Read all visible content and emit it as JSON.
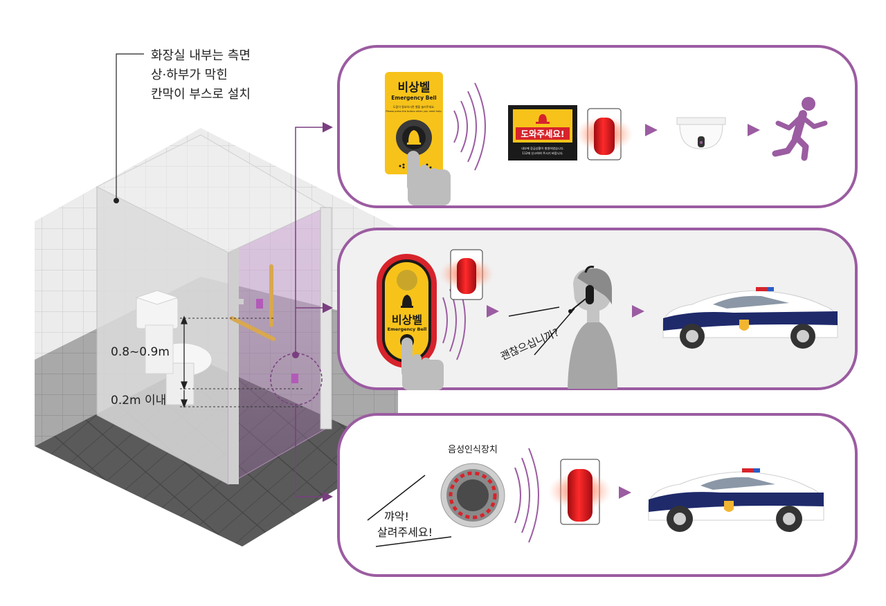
{
  "annotation": {
    "install_note": [
      "화장실 내부는 측면",
      "상·하부가 막힌",
      "칸막이 부스로 설치"
    ],
    "height_upper": "0.8~0.9m",
    "height_lower": "0.2m 이내"
  },
  "panel1": {
    "bell_title": "비상벨",
    "bell_subtitle": "Emergency Bell",
    "bell_note_line1": "도움이 필요하시면 벨을 눌러주세요.",
    "bell_note_line2": "Please press the button when you need help.",
    "help_sign_text": "도와주세요!",
    "help_sign_note1": "내부에 응급상황이 발생하였습니다.",
    "help_sign_note2": "112에 신고하여 주시기 바랍니다."
  },
  "panel2": {
    "bell_title": "비상벨",
    "bell_subtitle": "Emergency Bell",
    "speech": "괜찮으십니까?"
  },
  "panel3": {
    "device_label": "음성인식장치",
    "scream_line1": "꺄악!",
    "scream_line2": "살려주세요!"
  },
  "colors": {
    "accent_purple": "#9b5ca1",
    "bell_yellow": "#f7c31a",
    "bell_red": "#d7232b",
    "police_navy": "#1f2a6b"
  }
}
